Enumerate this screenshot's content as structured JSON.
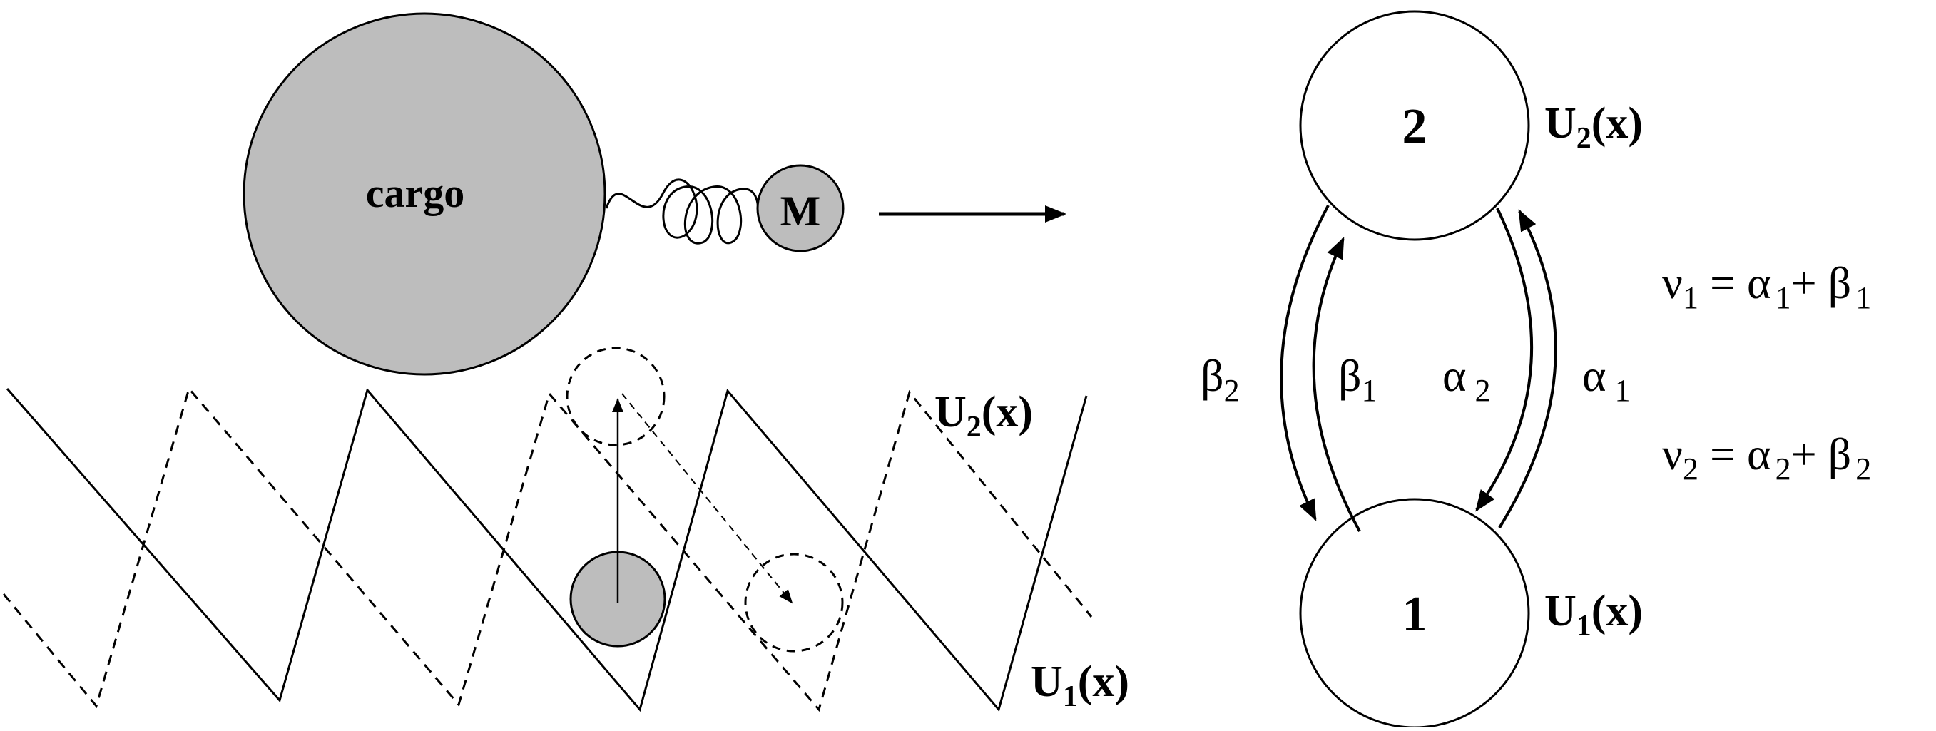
{
  "colors": {
    "ink": "#000000",
    "fill_gray": "#bdbdbd",
    "background": "#ffffff"
  },
  "motor_panel": {
    "cargo_label": "cargo",
    "motor_label": "M",
    "potential_u2_label": {
      "main": "U",
      "sub": "2",
      "tail": "(x)"
    },
    "potential_u1_label": {
      "main": "U",
      "sub": "1",
      "tail": "(x)"
    }
  },
  "state_panel": {
    "state2": {
      "label": "2",
      "potential": {
        "main": "U",
        "sub": "2",
        "tail": "(x)"
      }
    },
    "state1": {
      "label": "1",
      "potential": {
        "main": "U",
        "sub": "1",
        "tail": "(x)"
      }
    },
    "rates": {
      "beta2": {
        "sym": "β",
        "sub": "2"
      },
      "beta1": {
        "sym": "β",
        "sub": "1"
      },
      "alpha2": {
        "sym": "α",
        "sub": "2"
      },
      "alpha1": {
        "sym": "α",
        "sub": "1"
      }
    },
    "equations": [
      {
        "lhs": "ν",
        "lhs_sub": "1",
        "eq": " = ",
        "a": "α",
        "a_sub": "1",
        "plus": "+ ",
        "b": "β",
        "b_sub": "1"
      },
      {
        "lhs": "ν",
        "lhs_sub": "2",
        "eq": " = ",
        "a": "α",
        "a_sub": "2",
        "plus": "+ ",
        "b": "β",
        "b_sub": "2"
      }
    ]
  }
}
